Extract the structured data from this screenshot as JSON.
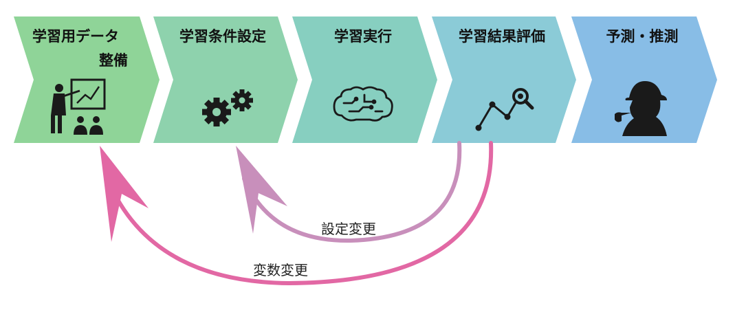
{
  "steps": [
    {
      "title_line1": "学習用データ",
      "title_line2": "整備",
      "color": "#8fd498",
      "icon": "presentation-icon"
    },
    {
      "title_line1": "学習条件設定",
      "title_line2": "",
      "color": "#8ed2ad",
      "icon": "gears-icon"
    },
    {
      "title_line1": "学習実行",
      "title_line2": "",
      "color": "#87cfc0",
      "icon": "brain-icon"
    },
    {
      "title_line1": "学習結果評価",
      "title_line2": "",
      "color": "#8bcbd7",
      "icon": "chart-magnifier-icon"
    },
    {
      "title_line1": "予測・推測",
      "title_line2": "",
      "color": "#88bde6",
      "icon": "detective-icon"
    }
  ],
  "loops": {
    "settings_change": {
      "label": "設定変更",
      "color": "#c88fbb"
    },
    "variable_change": {
      "label": "変数変更",
      "color": "#e268a4"
    }
  }
}
